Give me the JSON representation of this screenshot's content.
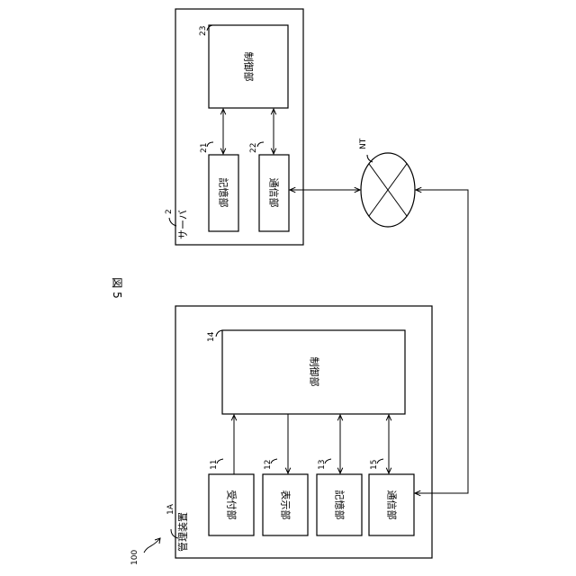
{
  "figure": {
    "label": "図 5"
  },
  "system": {
    "ref": "100"
  },
  "management": {
    "ref": "1A",
    "name": "管理装置",
    "control": {
      "ref": "14",
      "label": "制御部"
    },
    "units": [
      {
        "ref": "11",
        "label": "受付部"
      },
      {
        "ref": "12",
        "label": "表示部"
      },
      {
        "ref": "13",
        "label": "記憶部"
      },
      {
        "ref": "15",
        "label": "通信部"
      }
    ]
  },
  "server": {
    "ref": "2",
    "name": "サーバ",
    "control": {
      "ref": "23",
      "label": "制御部"
    },
    "units": [
      {
        "ref": "21",
        "label": "記憶部"
      },
      {
        "ref": "22",
        "label": "通信部"
      }
    ]
  },
  "network": {
    "ref": "NT"
  }
}
